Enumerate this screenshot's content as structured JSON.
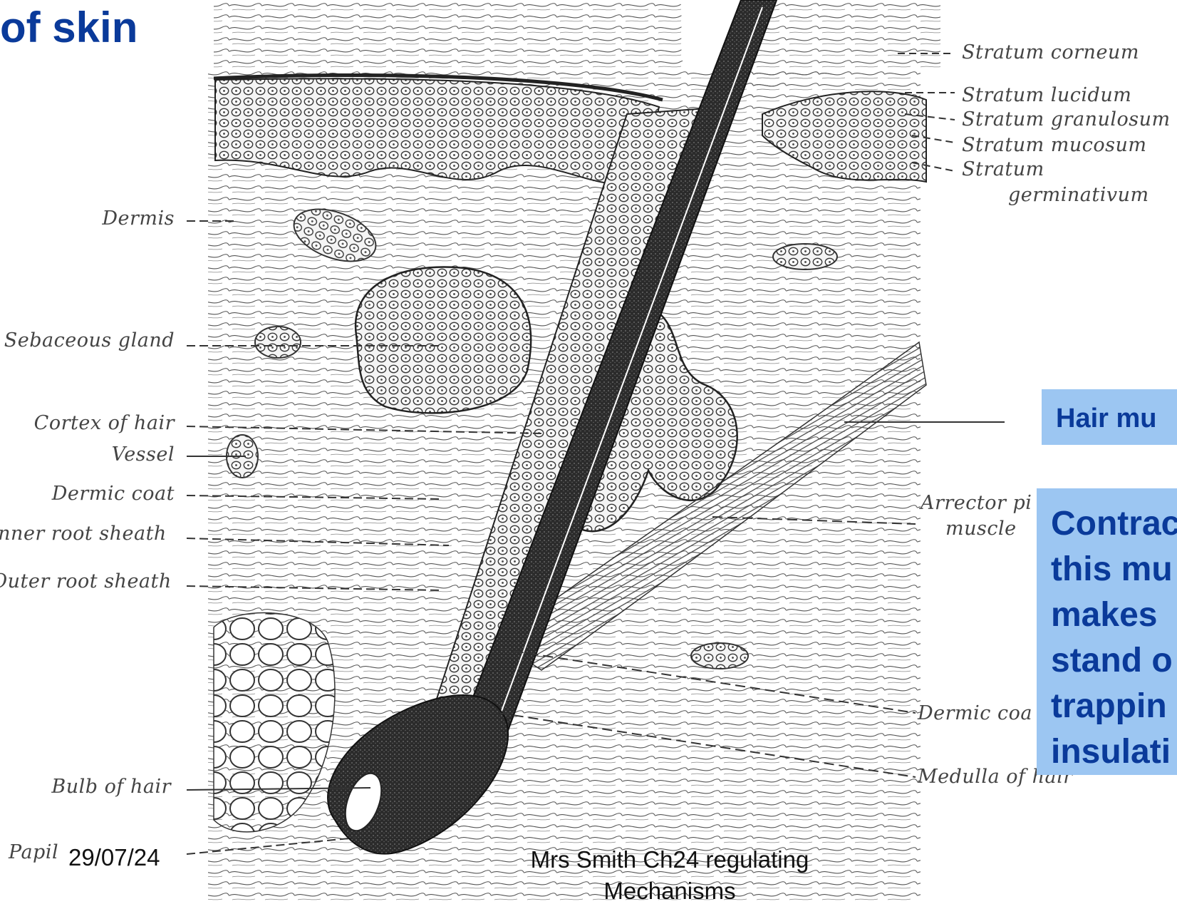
{
  "title": "of skin",
  "labels_left": {
    "dermis": "Dermis",
    "sebaceous_gland": "Sebaceous gland",
    "cortex_of_hair": "Cortex of hair",
    "vessel": "Vessel",
    "dermic_coat": "Dermic coat",
    "inner_root_sheath": "Inner root sheath",
    "outer_root_sheath": "Outer root sheath",
    "bulb_of_hair": "Bulb of hair",
    "papilla": "Papil"
  },
  "labels_right": {
    "stratum_corneum": "Stratum corneum",
    "stratum_lucidum": "Stratum lucidum",
    "stratum_granulosum": "Stratum granulosum",
    "stratum_mucosum": "Stratum mucosum",
    "stratum_germinativum_1": "Stratum",
    "stratum_germinativum_2": "germinativum",
    "arrector_pili_1": "Arrector pi",
    "arrector_pili_2": "muscle",
    "dermic_coat": "Dermic coa",
    "medulla_of_hair": "Medulla of hair"
  },
  "callouts": {
    "hair_muscle": "Hair mu",
    "contraction": [
      "Contrac",
      "this mu",
      "makes",
      "stand o",
      "trappin",
      "insulati"
    ]
  },
  "footer": {
    "date": "29/07/24",
    "caption": "Mrs Smith Ch24 regulating Mechanisms"
  },
  "colors": {
    "title": "#0a3a9a",
    "callout_bg": "#9cc6f2",
    "callout_text": "#0a3a9a",
    "ink": "#333333"
  }
}
